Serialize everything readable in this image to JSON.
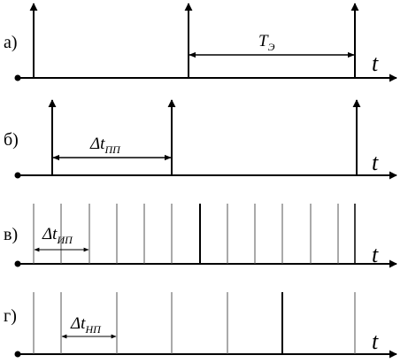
{
  "panels": [
    {
      "id": "a",
      "label": "а)",
      "axis_label": "t",
      "annotation": {
        "symbol": "T",
        "subscript": "Э"
      },
      "pulses": [
        "arrow",
        "arrow",
        "arrow"
      ]
    },
    {
      "id": "b",
      "label": "б)",
      "axis_label": "t",
      "annotation": {
        "symbol": "Δt",
        "subscript": "ПП"
      },
      "pulses": [
        "arrow",
        "arrow",
        "arrow"
      ]
    },
    {
      "id": "v",
      "label": "в)",
      "axis_label": "t",
      "annotation": {
        "symbol": "Δt",
        "subscript": "ИП"
      },
      "pulses": [
        "line",
        "line",
        "line",
        "line",
        "line",
        "line",
        "line",
        "line",
        "line",
        "line",
        "line",
        "line",
        "line"
      ]
    },
    {
      "id": "g",
      "label": "г)",
      "axis_label": "t",
      "annotation": {
        "symbol": "Δt",
        "subscript": "НП"
      },
      "pulses": [
        "line",
        "line",
        "line",
        "line",
        "line",
        "line",
        "line"
      ]
    }
  ],
  "colors": {
    "stroke": "#000000",
    "thin_stroke": "#4a4a4a",
    "background": "#ffffff"
  }
}
